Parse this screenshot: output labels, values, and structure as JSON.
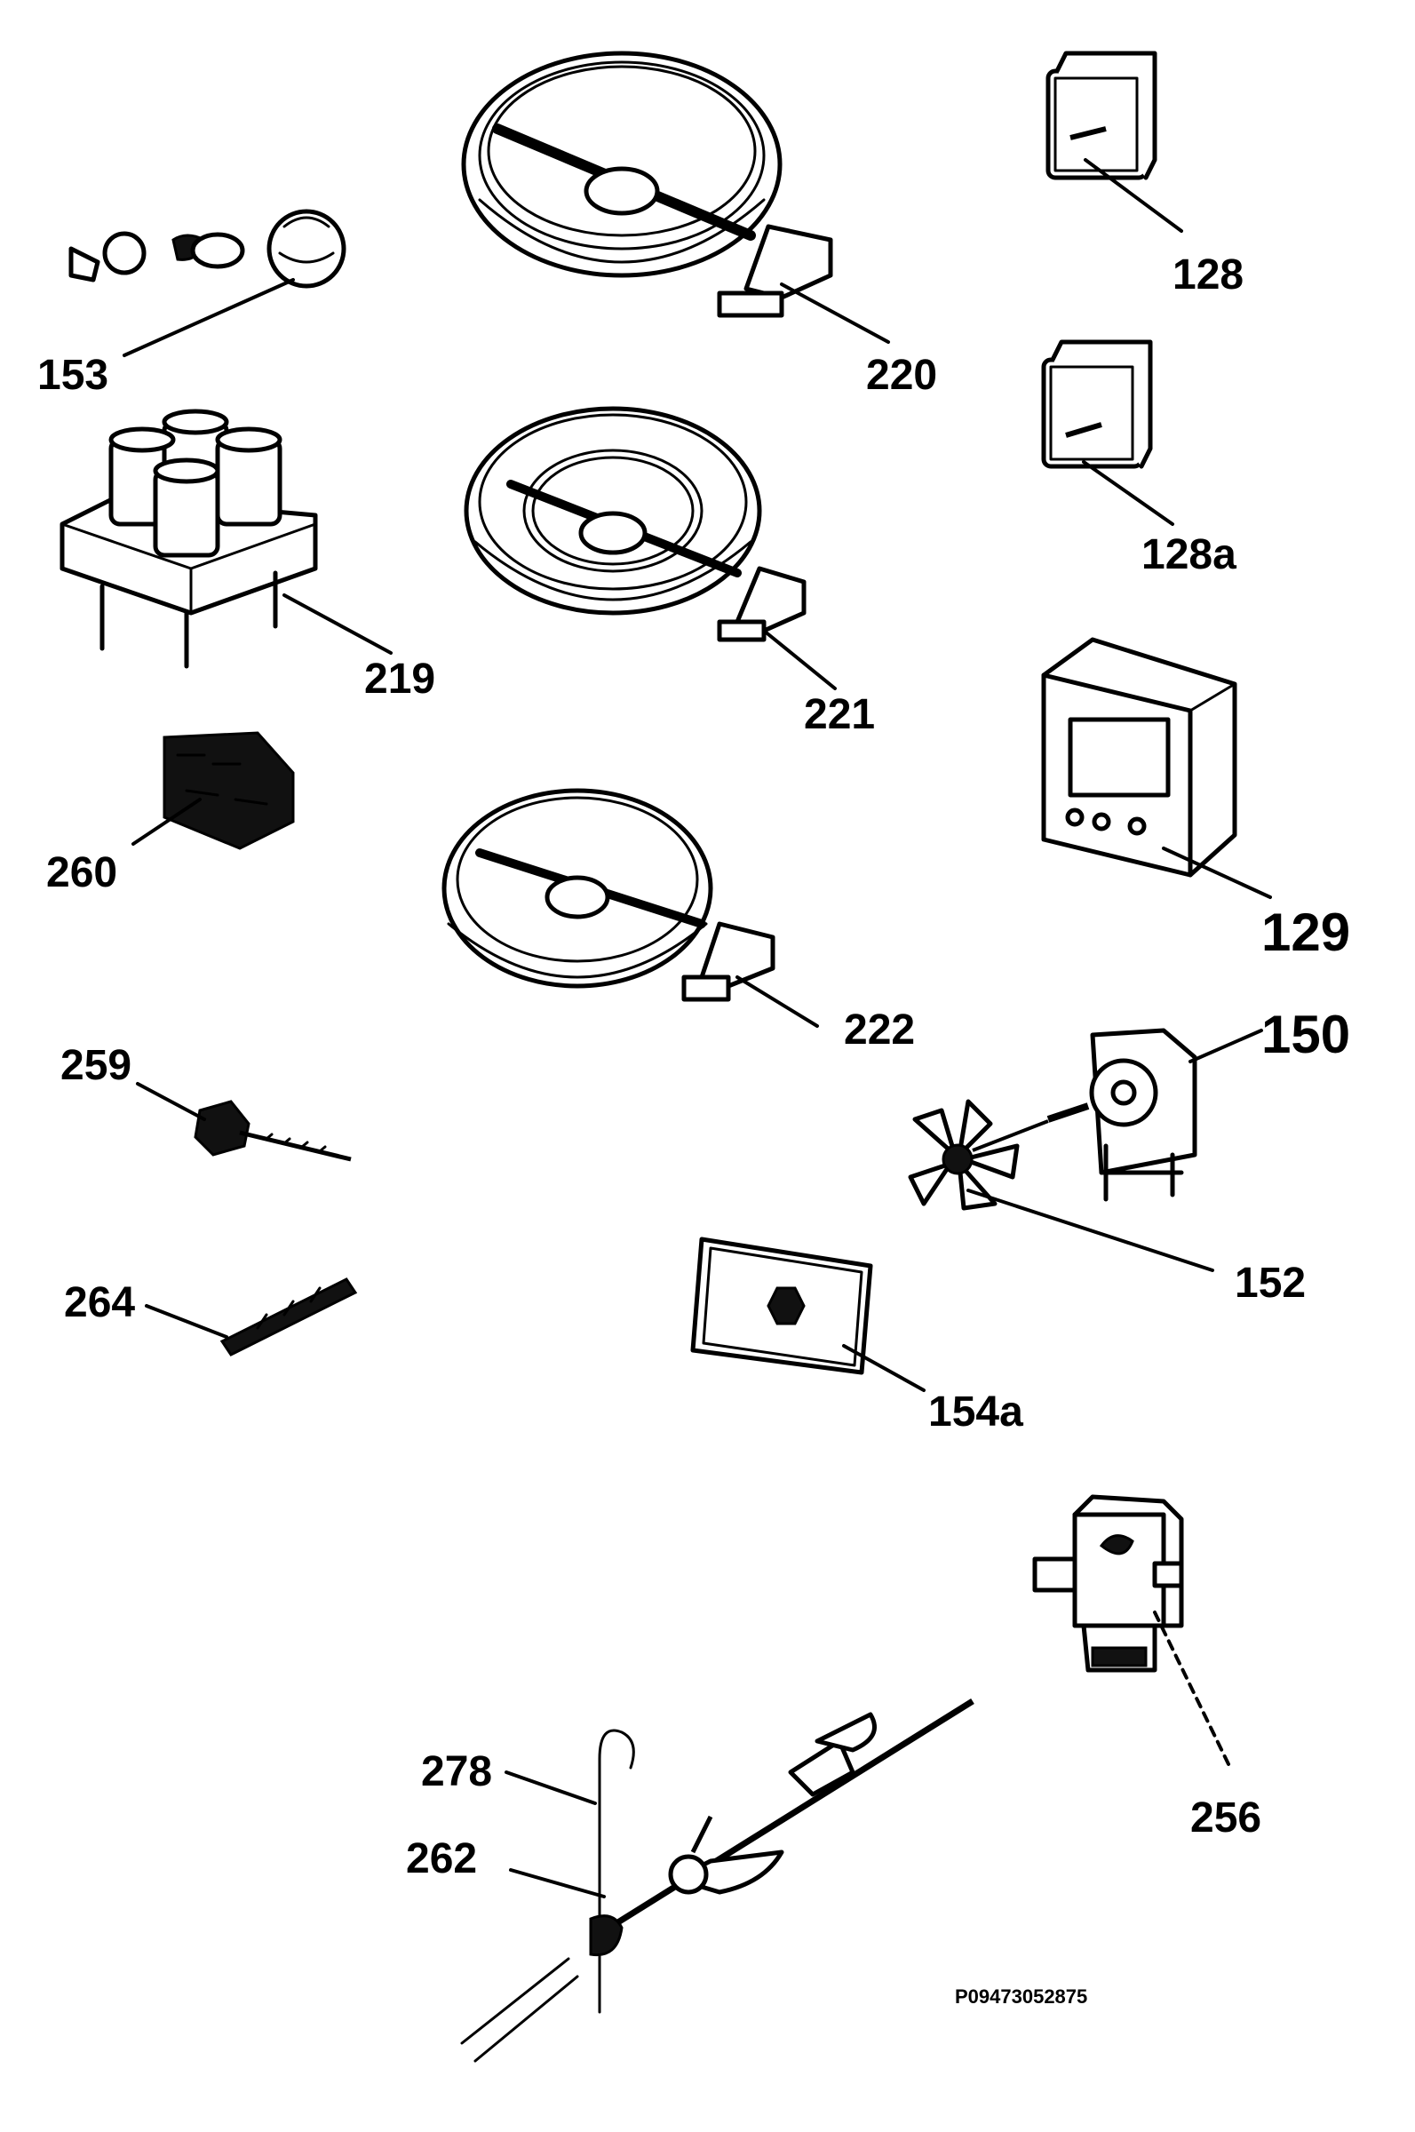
{
  "labels": {
    "l153": "153",
    "l220": "220",
    "l128": "128",
    "l128a": "128a",
    "l219": "219",
    "l221": "221",
    "l260": "260",
    "l129": "129",
    "l222": "222",
    "l150": "150",
    "l259": "259",
    "l152": "152",
    "l264": "264",
    "l154a": "154a",
    "l256": "256",
    "l278": "278",
    "l262": "262"
  },
  "drawing_code": "P09473052875"
}
